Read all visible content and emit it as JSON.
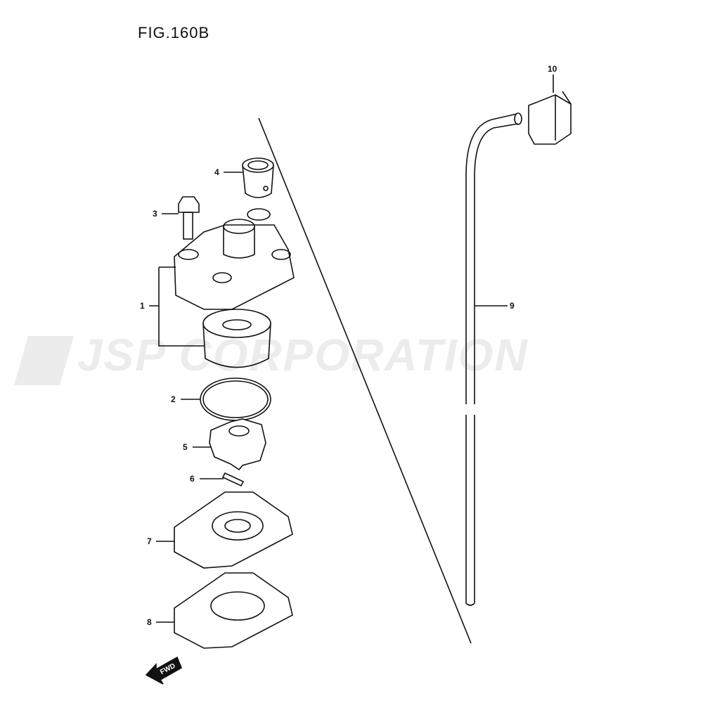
{
  "figure": {
    "title": "FIG.160B"
  },
  "watermark": {
    "text": "JSP CORPORATION"
  },
  "callouts": [
    {
      "label": "1"
    },
    {
      "label": "2"
    },
    {
      "label": "3"
    },
    {
      "label": "4"
    },
    {
      "label": "5"
    },
    {
      "label": "6"
    },
    {
      "label": "7"
    },
    {
      "label": "8"
    },
    {
      "label": "9"
    },
    {
      "label": "10"
    }
  ],
  "direction_badge": {
    "text": "FWD",
    "icon": "arrow-left-icon"
  }
}
